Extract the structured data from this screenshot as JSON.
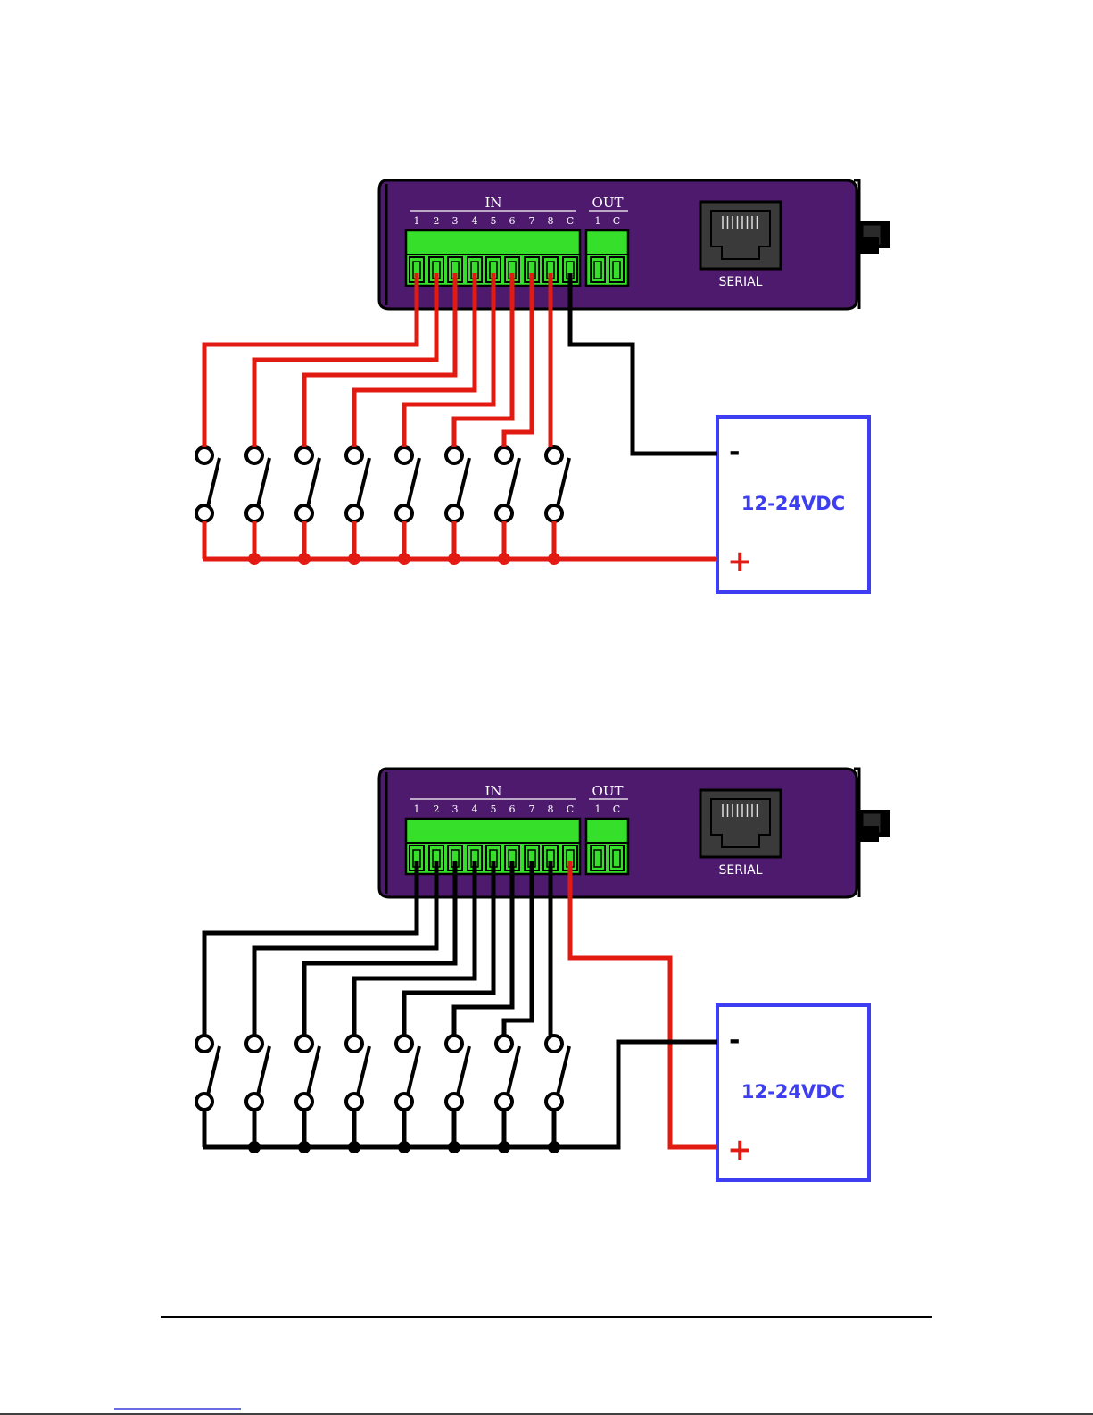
{
  "diagrams": [
    {
      "id": "sourcing",
      "device": {
        "in_label": "IN",
        "out_label": "OUT",
        "in_terminals": [
          "1",
          "2",
          "3",
          "4",
          "5",
          "6",
          "7",
          "8",
          "C"
        ],
        "out_terminals": [
          "1",
          "C"
        ],
        "serial_label": "SERIAL"
      },
      "power_supply": {
        "label": "12-24VDC",
        "neg": "-",
        "pos": "+"
      },
      "input_wire_color": "#e11b12",
      "common_wire_color": "#000000",
      "bus_color": "#e11b12",
      "switch_count": 8
    },
    {
      "id": "sinking",
      "device": {
        "in_label": "IN",
        "out_label": "OUT",
        "in_terminals": [
          "1",
          "2",
          "3",
          "4",
          "5",
          "6",
          "7",
          "8",
          "C"
        ],
        "out_terminals": [
          "1",
          "C"
        ],
        "serial_label": "SERIAL"
      },
      "power_supply": {
        "label": "12-24VDC",
        "neg": "-",
        "pos": "+"
      },
      "input_wire_color": "#000000",
      "common_wire_color": "#e11b12",
      "bus_color": "#000000",
      "switch_count": 8
    }
  ],
  "colors": {
    "device_body": "#4d1a6e",
    "terminal_green": "#36e02a",
    "psu_border": "#3d3df2",
    "psu_text": "#3d3df2"
  }
}
